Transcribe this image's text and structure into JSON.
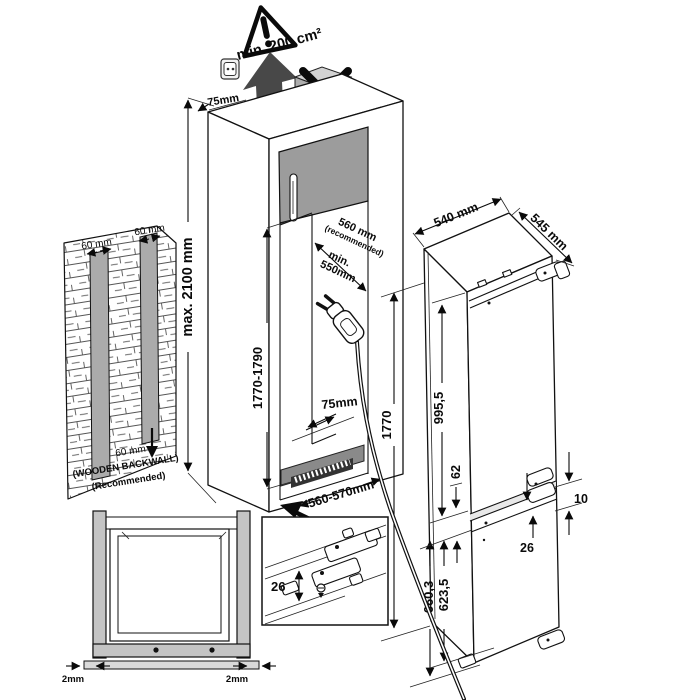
{
  "labels": {
    "vent_min_area": "min. 200 cm²",
    "top_gap": "75mm",
    "wall_max_height": "max. 2100 mm",
    "strip_top_left": "60 mm",
    "strip_top_right": "60 mm",
    "strip_bottom": "60 mm",
    "backwall_line1": "(WOODEN BACKWALL)",
    "backwall_line2": "(Recommended)",
    "niche_height": "1770-1790",
    "niche_depth_value": "560 mm",
    "niche_depth_note": "(recommended)",
    "niche_depth_min_label": "min.",
    "niche_depth_min_value": "550mm",
    "niche_rear_gap": "75mm",
    "niche_width": "560-570mm",
    "fridge_width": "540 mm",
    "fridge_depth": "545 mm",
    "fridge_height": "1770",
    "fridge_upper_height": "995,5",
    "fridge_divider": "62",
    "fridge_door_gap": "10",
    "fridge_hinge_offset": "26",
    "fridge_lower_height_outer": "660,3",
    "fridge_lower_height_inner": "623,5",
    "detail_hinge_offset": "26",
    "plinth_gap_left": "2mm",
    "plinth_gap_right": "2mm"
  },
  "colors": {
    "line": "#111111",
    "door_gray": "#9c9c9c",
    "strip_gray": "#ababab",
    "panel_gray": "#c4c4c4",
    "arrow_gray": "#484848",
    "vent_dark": "#333333"
  }
}
